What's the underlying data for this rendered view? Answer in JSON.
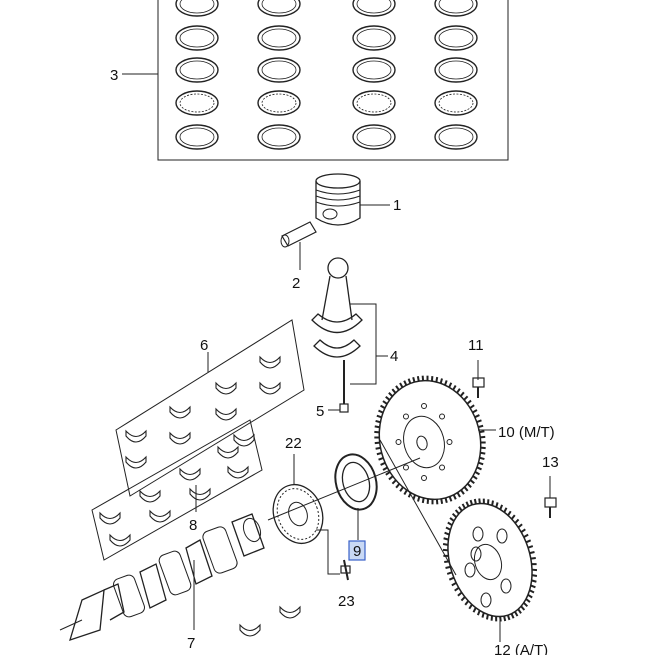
{
  "diagram": {
    "callouts": {
      "c1": "1",
      "c2": "2",
      "c3": "3",
      "c4": "4",
      "c5": "5",
      "c6": "6",
      "c7": "7",
      "c8": "8",
      "c9": "9",
      "c10": "10 (M/T)",
      "c11": "11",
      "c12": "12 (A/T)",
      "c13": "13",
      "c22": "22",
      "c23": "23"
    },
    "selected_callout": "9",
    "highlight_color": "#c9d9f5"
  }
}
